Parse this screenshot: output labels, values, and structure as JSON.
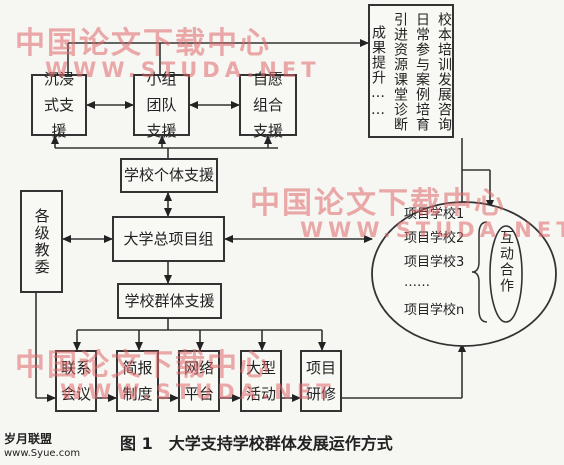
{
  "diagram": {
    "support_modes": {
      "immersive": "沉浸式支援",
      "small_group": "小组团队支援",
      "voluntary": "自愿组合支援"
    },
    "individual_support": "学校个体支援",
    "general_group": "大学总项目组",
    "cluster_support": "学校群体支援",
    "education_bureau": "各级教委",
    "activity_list": "校本培训发展咨询日常参与案例培育引进资源课堂诊断成果提升……",
    "mechanisms": [
      "联系会议",
      "简报制度",
      "网络平台",
      "大型活动",
      "项目研修"
    ],
    "schools": [
      "项目学校1",
      "项目学校2",
      "项目学校3",
      "……",
      "项目学校n"
    ],
    "interaction": "互动合作"
  },
  "caption": "图 1　大学支持学校群体发展运作方式",
  "watermark": {
    "title": "中国论文下载中心",
    "url": "WWW.STUDA.NET"
  },
  "brand": {
    "name": "岁月联盟",
    "url": "www.Syue.com"
  }
}
